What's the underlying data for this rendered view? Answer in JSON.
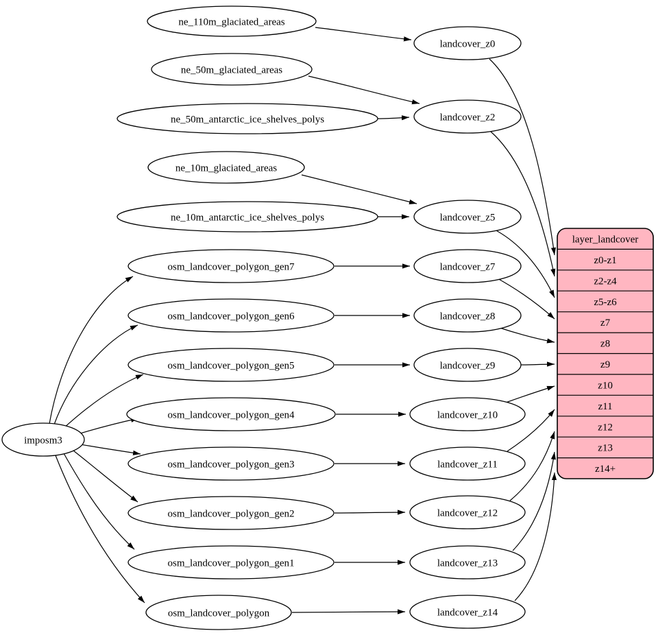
{
  "diagram": {
    "kind": "graphviz-flow-diagram",
    "background_color": "#ffffff",
    "node_fill": "#ffffff",
    "node_stroke": "#000000",
    "record_fill": "#ffb6c1",
    "text_color": "#000000"
  },
  "nodes": {
    "imposm3": "imposm3",
    "ne_110m_glaciated_areas": "ne_110m_glaciated_areas",
    "ne_50m_glaciated_areas": "ne_50m_glaciated_areas",
    "ne_50m_antarctic_ice_shelves_polys": "ne_50m_antarctic_ice_shelves_polys",
    "ne_10m_glaciated_areas": "ne_10m_glaciated_areas",
    "ne_10m_antarctic_ice_shelves_polys": "ne_10m_antarctic_ice_shelves_polys",
    "osm_landcover_polygon_gen7": "osm_landcover_polygon_gen7",
    "osm_landcover_polygon_gen6": "osm_landcover_polygon_gen6",
    "osm_landcover_polygon_gen5": "osm_landcover_polygon_gen5",
    "osm_landcover_polygon_gen4": "osm_landcover_polygon_gen4",
    "osm_landcover_polygon_gen3": "osm_landcover_polygon_gen3",
    "osm_landcover_polygon_gen2": "osm_landcover_polygon_gen2",
    "osm_landcover_polygon_gen1": "osm_landcover_polygon_gen1",
    "osm_landcover_polygon": "osm_landcover_polygon",
    "landcover_z0": "landcover_z0",
    "landcover_z2": "landcover_z2",
    "landcover_z5": "landcover_z5",
    "landcover_z7": "landcover_z7",
    "landcover_z8": "landcover_z8",
    "landcover_z9": "landcover_z9",
    "landcover_z10": "landcover_z10",
    "landcover_z11": "landcover_z11",
    "landcover_z12": "landcover_z12",
    "landcover_z13": "landcover_z13",
    "landcover_z14": "landcover_z14"
  },
  "record": {
    "title": "layer_landcover",
    "rows": [
      "z0-z1",
      "z2-z4",
      "z5-z6",
      "z7",
      "z8",
      "z9",
      "z10",
      "z11",
      "z12",
      "z13",
      "z14+"
    ]
  },
  "edges": [
    {
      "from": "imposm3",
      "to": "osm_landcover_polygon_gen7"
    },
    {
      "from": "imposm3",
      "to": "osm_landcover_polygon_gen6"
    },
    {
      "from": "imposm3",
      "to": "osm_landcover_polygon_gen5"
    },
    {
      "from": "imposm3",
      "to": "osm_landcover_polygon_gen4"
    },
    {
      "from": "imposm3",
      "to": "osm_landcover_polygon_gen3"
    },
    {
      "from": "imposm3",
      "to": "osm_landcover_polygon_gen2"
    },
    {
      "from": "imposm3",
      "to": "osm_landcover_polygon_gen1"
    },
    {
      "from": "imposm3",
      "to": "osm_landcover_polygon"
    },
    {
      "from": "ne_110m_glaciated_areas",
      "to": "landcover_z0"
    },
    {
      "from": "ne_50m_glaciated_areas",
      "to": "landcover_z2"
    },
    {
      "from": "ne_50m_antarctic_ice_shelves_polys",
      "to": "landcover_z2"
    },
    {
      "from": "ne_10m_glaciated_areas",
      "to": "landcover_z5"
    },
    {
      "from": "ne_10m_antarctic_ice_shelves_polys",
      "to": "landcover_z5"
    },
    {
      "from": "osm_landcover_polygon_gen7",
      "to": "landcover_z7"
    },
    {
      "from": "osm_landcover_polygon_gen6",
      "to": "landcover_z8"
    },
    {
      "from": "osm_landcover_polygon_gen5",
      "to": "landcover_z9"
    },
    {
      "from": "osm_landcover_polygon_gen4",
      "to": "landcover_z10"
    },
    {
      "from": "osm_landcover_polygon_gen3",
      "to": "landcover_z11"
    },
    {
      "from": "osm_landcover_polygon_gen2",
      "to": "landcover_z12"
    },
    {
      "from": "osm_landcover_polygon_gen1",
      "to": "landcover_z13"
    },
    {
      "from": "osm_landcover_polygon",
      "to": "landcover_z14"
    },
    {
      "from": "landcover_z0",
      "to": "layer_landcover",
      "to_row": "z0-z1"
    },
    {
      "from": "landcover_z2",
      "to": "layer_landcover",
      "to_row": "z2-z4"
    },
    {
      "from": "landcover_z5",
      "to": "layer_landcover",
      "to_row": "z5-z6"
    },
    {
      "from": "landcover_z7",
      "to": "layer_landcover",
      "to_row": "z7"
    },
    {
      "from": "landcover_z8",
      "to": "layer_landcover",
      "to_row": "z8"
    },
    {
      "from": "landcover_z9",
      "to": "layer_landcover",
      "to_row": "z9"
    },
    {
      "from": "landcover_z10",
      "to": "layer_landcover",
      "to_row": "z10"
    },
    {
      "from": "landcover_z11",
      "to": "layer_landcover",
      "to_row": "z11"
    },
    {
      "from": "landcover_z12",
      "to": "layer_landcover",
      "to_row": "z12"
    },
    {
      "from": "landcover_z13",
      "to": "layer_landcover",
      "to_row": "z13"
    },
    {
      "from": "landcover_z14",
      "to": "layer_landcover",
      "to_row": "z14+"
    }
  ]
}
